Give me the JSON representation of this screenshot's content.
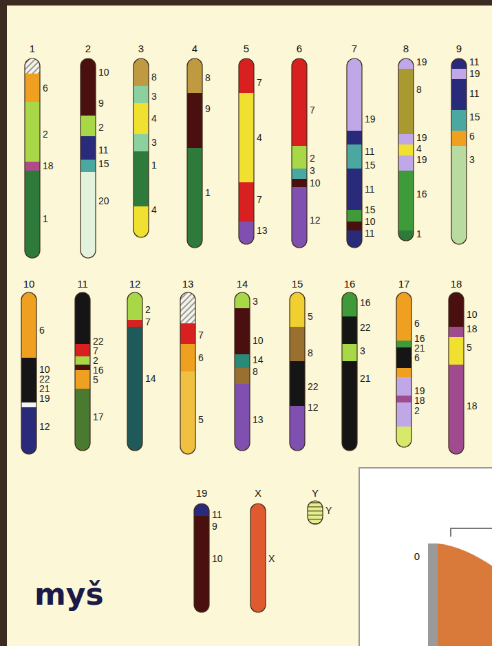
{
  "diagram": {
    "labels": [
      "1",
      "6",
      "2",
      "18",
      "1",
      "2",
      "10",
      "9",
      "2",
      "11",
      "15",
      "20",
      "3",
      "8",
      "3",
      "4",
      "3",
      "1",
      "4",
      "4",
      "8",
      "9",
      "1",
      "5",
      "7",
      "4",
      "7",
      "13",
      "6",
      "7",
      "2",
      "3",
      "10",
      "12",
      "7",
      "19",
      "11",
      "15",
      "11",
      "15",
      "10",
      "11",
      "8",
      "19",
      "8",
      "19",
      "4",
      "19",
      "16",
      "1",
      "9",
      "11",
      "19",
      "11",
      "15",
      "6",
      "3",
      "10",
      "6",
      "10",
      "22",
      "21",
      "19",
      "12",
      "11",
      "22",
      "7",
      "2",
      "16",
      "5",
      "17",
      "12",
      "2",
      "7",
      "14",
      "13",
      "7",
      "6",
      "5",
      "14",
      "3",
      "10",
      "14",
      "8",
      "13",
      "15",
      "5",
      "8",
      "22",
      "12",
      "16",
      "16",
      "22",
      "3",
      "21",
      "17",
      "6",
      "16",
      "21",
      "6",
      "19",
      "18",
      "2",
      "18",
      "10",
      "18",
      "5",
      "18",
      "19",
      "11",
      "9",
      "10",
      "X",
      "X",
      "Y",
      "Y",
      "myš",
      "0"
    ]
  }
}
